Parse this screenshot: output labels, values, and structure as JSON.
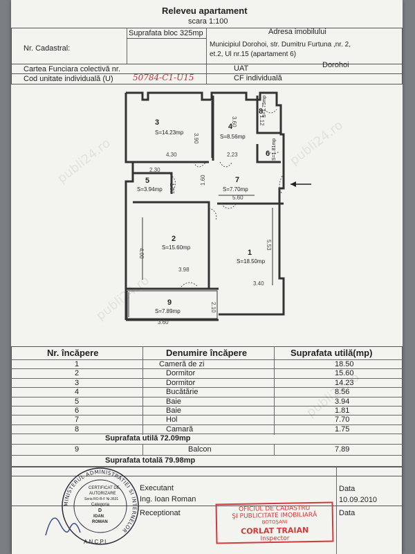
{
  "header": {
    "title": "Releveu apartament",
    "scale": "scara 1:100",
    "suprafata_bloc": "Suprafata bloc 325mp",
    "adresa_label": "Adresa imobilului",
    "nr_cadastral_label": "Nr. Cadastral:",
    "adresa_line1": "Municipiul Dorohoi, str. Dumitru Furtuna ,nr. 2,",
    "adresa_line2": "et.2, Ul nr.15 (apartament 6)",
    "carte_funciara_label": "Cartea Funciara colectivă nr.",
    "uat_label": "UAT",
    "uat_value": "Dorohoi",
    "cod_unitate_label": "Cod unitate individuală (U)",
    "cod_unitate_value": "50784-C1-U15",
    "cf_label": "CF individuală"
  },
  "plan": {
    "rooms": [
      {
        "nr": "3",
        "area": "S=14.23mp"
      },
      {
        "nr": "4",
        "area": "S=8.56mp"
      },
      {
        "nr": "8",
        "area": "S=1.75mp"
      },
      {
        "nr": "6",
        "area": "S=1.81mp"
      },
      {
        "nr": "5",
        "area": "S=3.94mp"
      },
      {
        "nr": "7",
        "area": "S=7.70mp"
      },
      {
        "nr": "2",
        "area": "S=15.60mp"
      },
      {
        "nr": "1",
        "area": "S=18.50mp"
      },
      {
        "nr": "9",
        "area": "S=7.89mp"
      }
    ],
    "dims": [
      "4.30",
      "3.90",
      "2.23",
      "3.60",
      "1.60",
      "5.60",
      "4.00",
      "3.98",
      "3.40",
      "5.53",
      "2.10",
      "3.60",
      "1.87",
      "2.30",
      "1.12"
    ]
  },
  "table": {
    "headers": [
      "Nr. încăpere",
      "Denumire încăpere",
      "Suprafata utilă(mp)"
    ],
    "rows": [
      {
        "nr": "1",
        "name": "Cameră de zi",
        "area": "18.50"
      },
      {
        "nr": "2",
        "name": "Dormitor",
        "area": "15.60"
      },
      {
        "nr": "3",
        "name": "Dormitor",
        "area": "14.23"
      },
      {
        "nr": "4",
        "name": "Bucătărie",
        "area": "8.56"
      },
      {
        "nr": "5",
        "name": "Baie",
        "area": "3.94"
      },
      {
        "nr": "6",
        "name": "Baie",
        "area": "1.81"
      },
      {
        "nr": "7",
        "name": "Hol",
        "area": "7.70"
      },
      {
        "nr": "8",
        "name": "Camară",
        "area": "1.75"
      }
    ],
    "utila_total": "Suprafata utilă 72.09mp",
    "balcon": {
      "nr": "9",
      "name": "Balcon",
      "area": "7.89"
    },
    "totala": "Suprafata totală 79.98mp"
  },
  "footer": {
    "executant_label": "Executant",
    "executant_name": "Ing. Ioan Roman",
    "data_label": "Data",
    "data_value": "10.09.2010",
    "receptionat_label": "Receptionat",
    "data_label2": "Data"
  },
  "stamp_round": {
    "ring_text": "MINISTERUL ADMINISTRATIEI SI INTERNELOR",
    "bottom": "A.N.C.P.I.",
    "l1": "CERTIFICAT DE",
    "l2": "AUTORIZARE",
    "l3": "Seria RO-B-F Nr.3631",
    "l4": "Categoria",
    "l5": "D",
    "l6": "IOAN",
    "l7": "ROMAN"
  },
  "stamp_red": {
    "l1": "OFICIUL DE CADASTRU",
    "l2": "ŞI PUBLICITATE IMOBILIARĂ",
    "l3": "BOTOŞANI",
    "l4": "CORLAT TRAIAN",
    "l5": "Inspector"
  },
  "watermark": "publi24.ro"
}
